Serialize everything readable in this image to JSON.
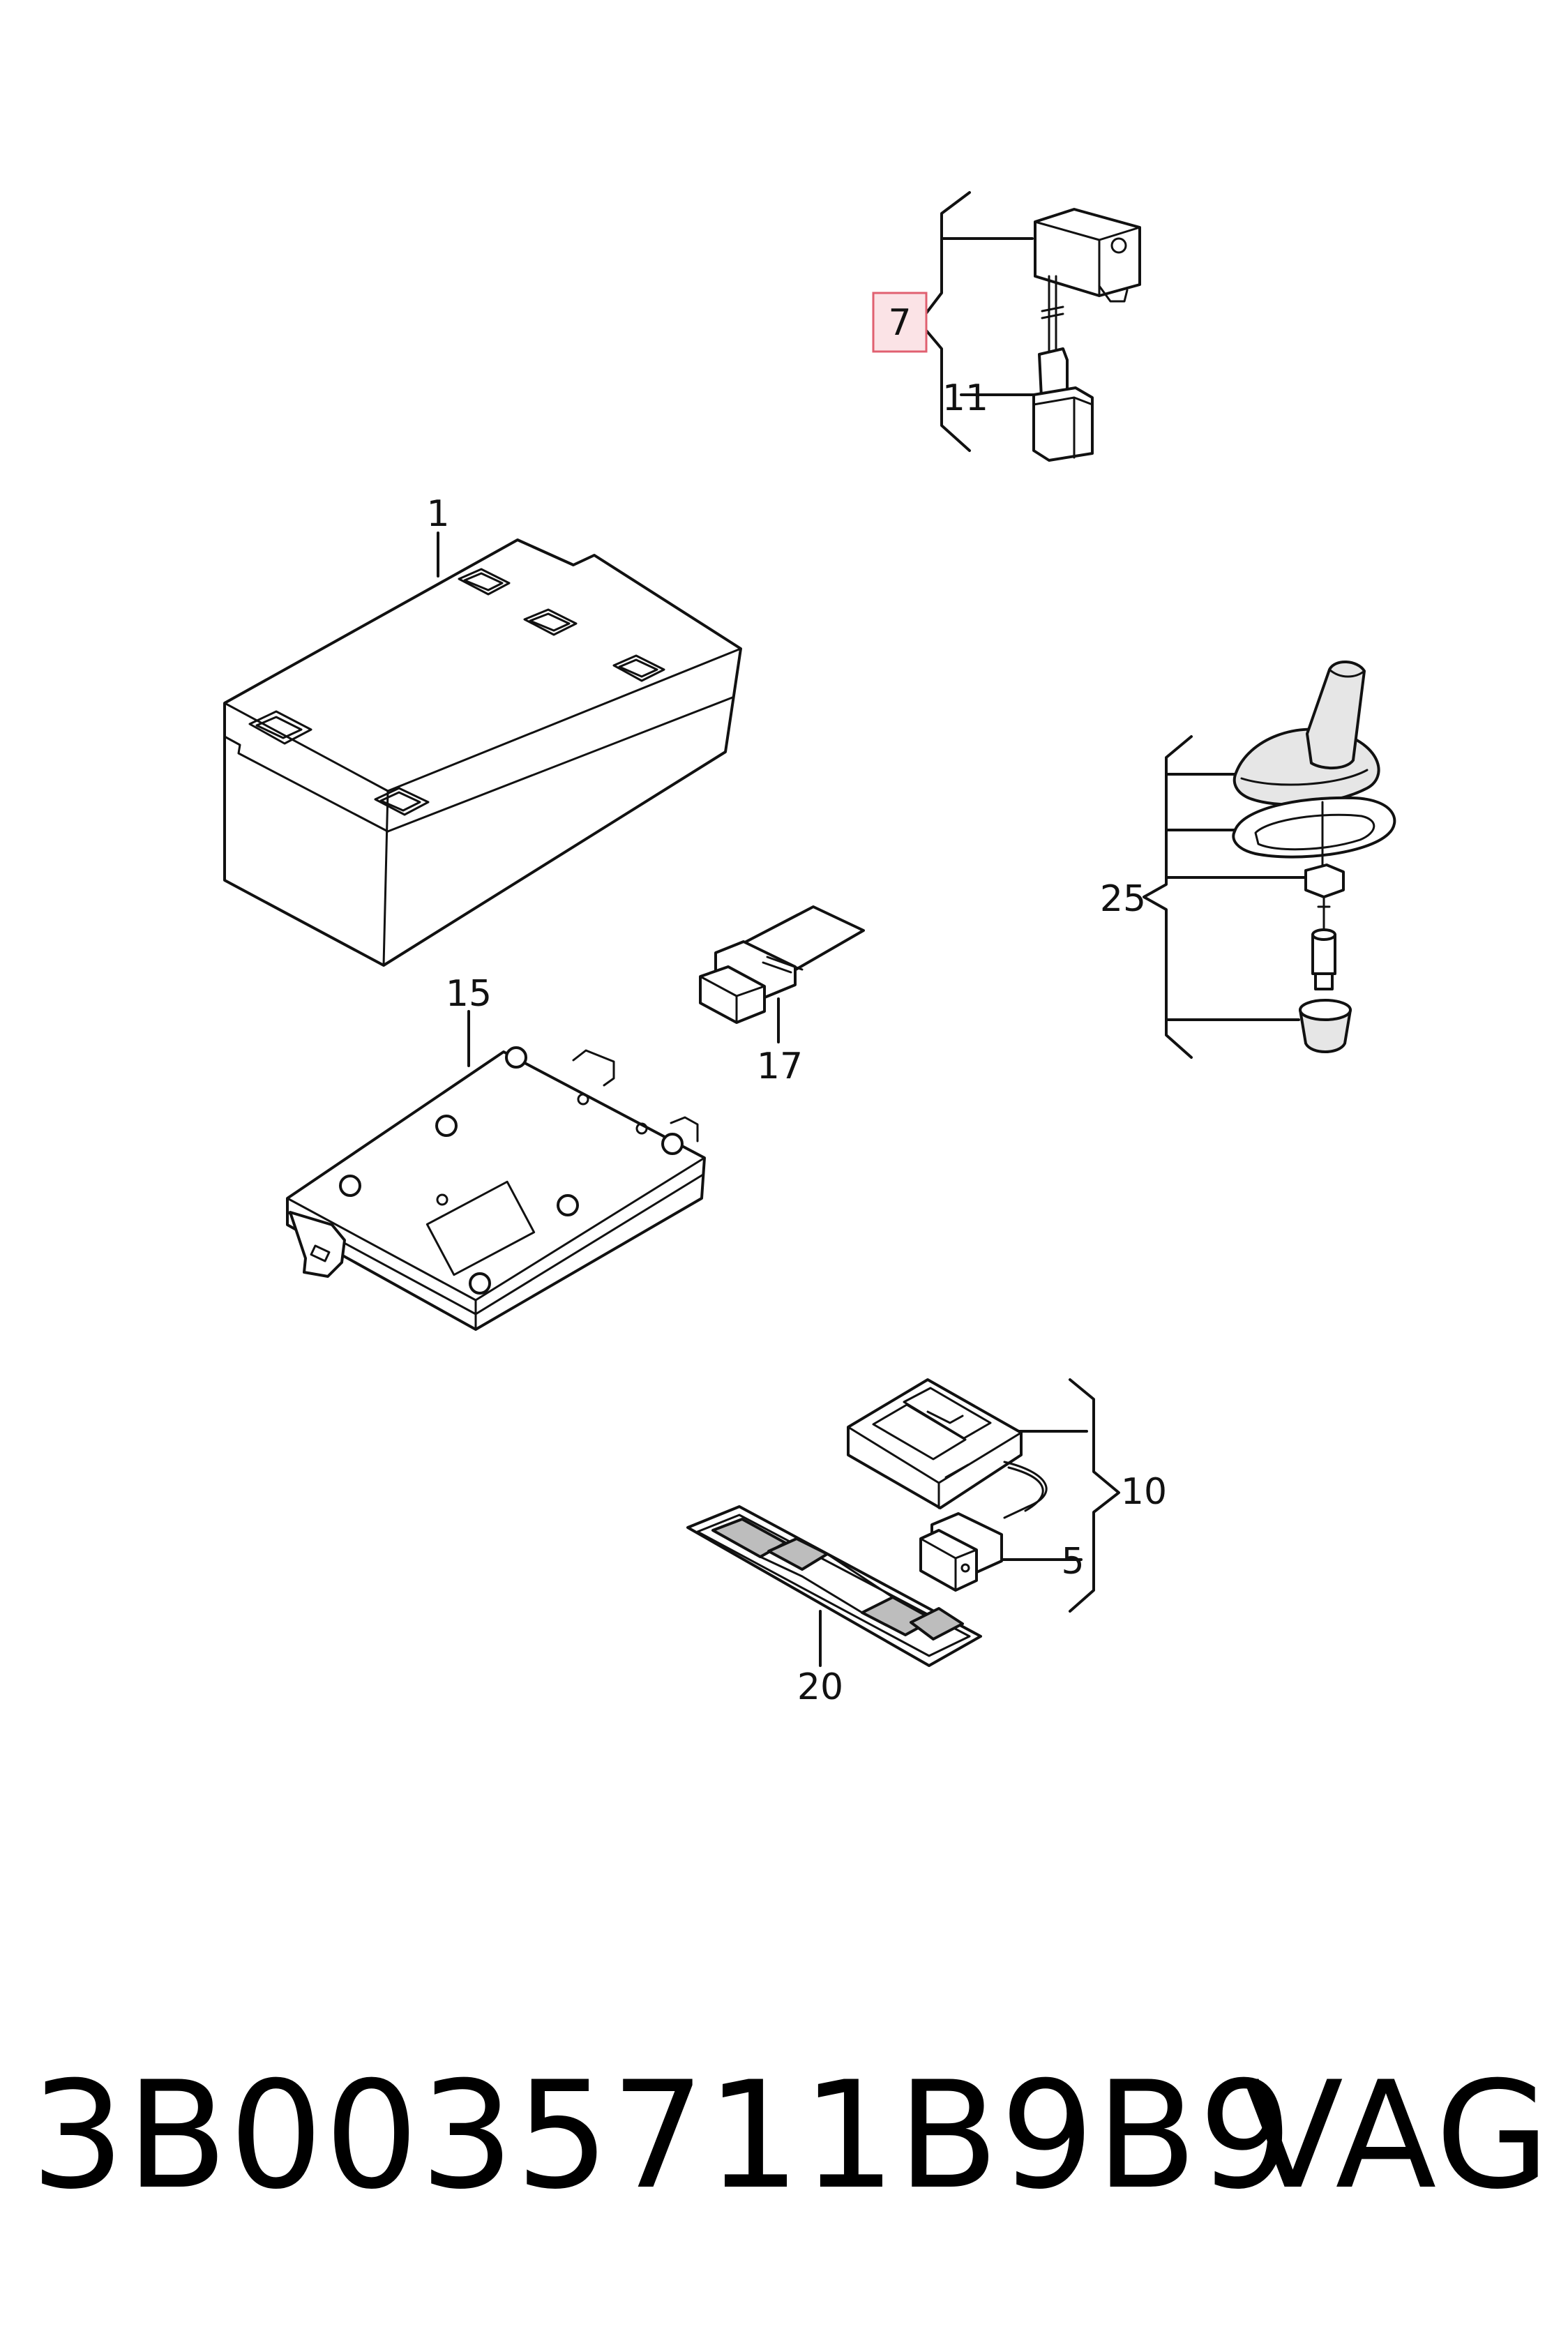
{
  "callouts": {
    "c1": "1",
    "c5": "5",
    "c7": "7",
    "c10": "10",
    "c11": "11",
    "c15": "15",
    "c17": "17",
    "c20": "20",
    "c25": "25"
  },
  "highlighted_callout": "7",
  "footer": {
    "part_number": "3B0035711B9B9",
    "brand": "VAG"
  },
  "colors": {
    "highlight_fill": "#fbe3e6",
    "highlight_border": "#e06070",
    "line": "#111111"
  }
}
